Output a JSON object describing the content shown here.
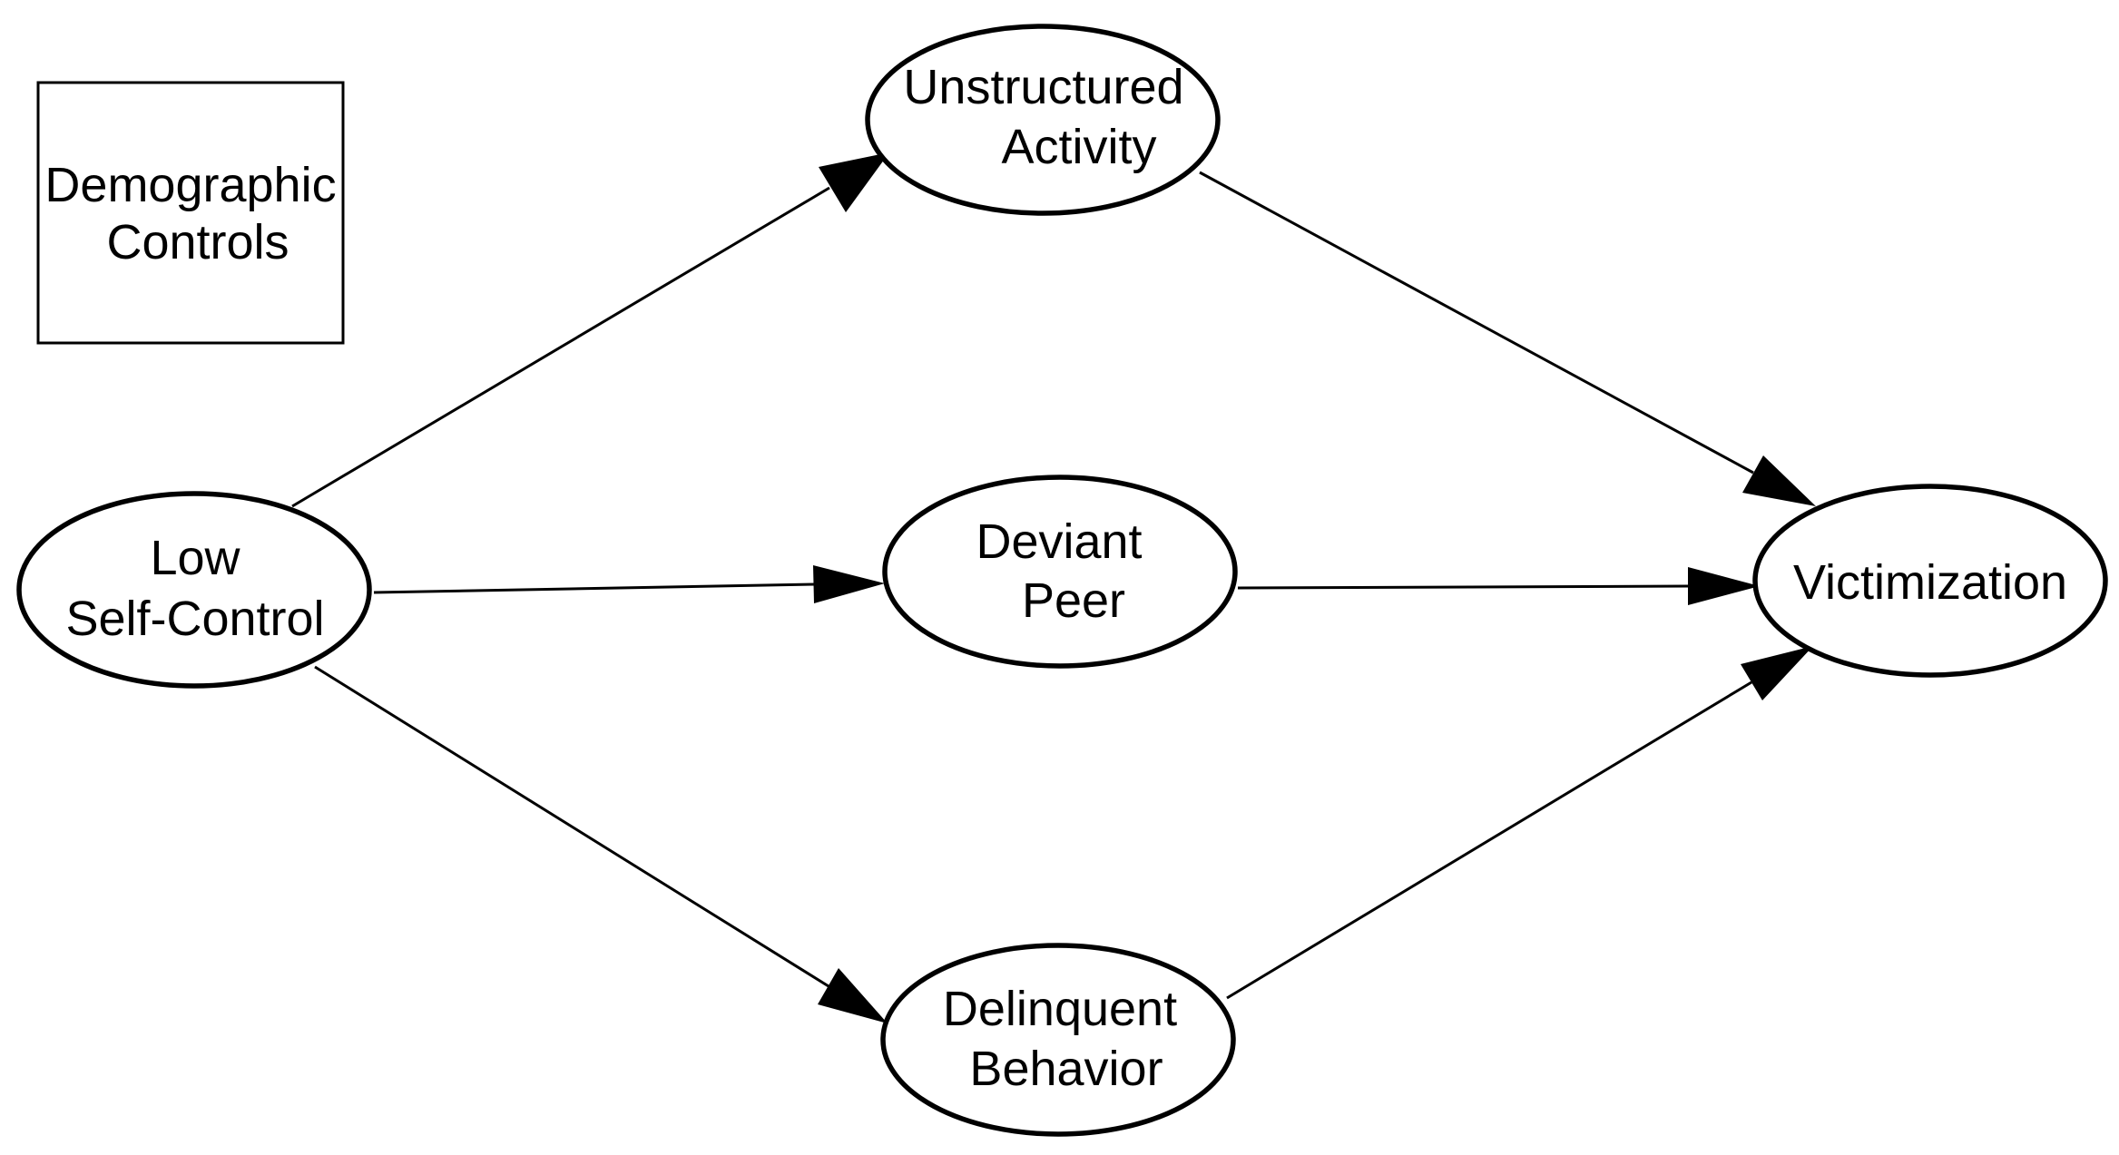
{
  "diagram": {
    "nodes": {
      "demographic": {
        "line1": "Demographic",
        "line2": "Controls"
      },
      "self_control": {
        "line1": "Low",
        "line2": "Self-Control"
      },
      "unstructured": {
        "line1": "Unstructured",
        "line2": "Activity"
      },
      "deviant": {
        "line1": "Deviant",
        "line2": "Peer"
      },
      "delinquent": {
        "line1": "Delinquent",
        "line2": "Behavior"
      },
      "victimization": {
        "line1": "Victimization"
      }
    },
    "edges": [
      {
        "from": "Low Self-Control",
        "to": "Unstructured Activity"
      },
      {
        "from": "Low Self-Control",
        "to": "Deviant Peer"
      },
      {
        "from": "Low Self-Control",
        "to": "Delinquent Behavior"
      },
      {
        "from": "Unstructured Activity",
        "to": "Victimization"
      },
      {
        "from": "Deviant Peer",
        "to": "Victimization"
      },
      {
        "from": "Delinquent Behavior",
        "to": "Victimization"
      }
    ],
    "colors": {
      "stroke": "#000000",
      "fill": "#ffffff"
    }
  }
}
